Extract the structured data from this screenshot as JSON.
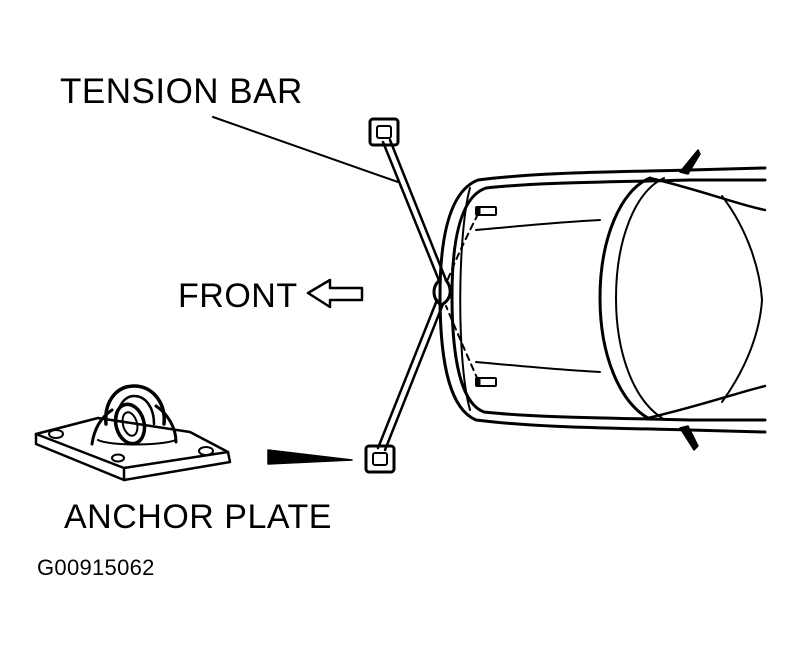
{
  "labels": {
    "tension_bar": "TENSION BAR",
    "front": "FRONT",
    "anchor_plate": "ANCHOR PLATE",
    "figure_code": "G00915062"
  },
  "icons": {
    "front_arrow": "arrow-left-outline-icon",
    "pointer_wedge": "wedge-pointer-icon",
    "anchor_plate": "anchor-plate-icon"
  },
  "colors": {
    "line": "#000000",
    "background": "#ffffff"
  }
}
